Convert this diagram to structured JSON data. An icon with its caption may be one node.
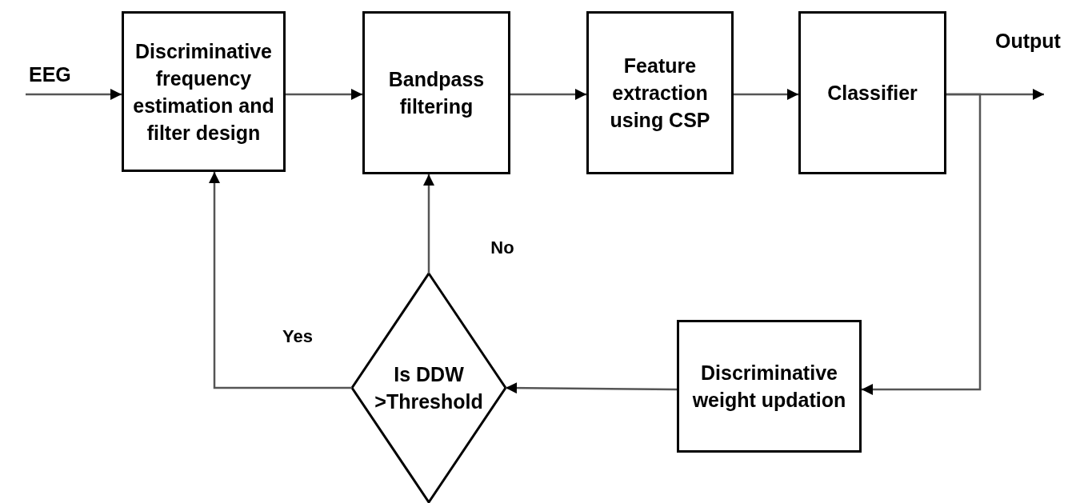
{
  "diagram": {
    "nodes": [
      {
        "text": [
          "EEG"
        ]
      },
      {
        "text": [
          "Discriminative frequency estimation and filter design"
        ]
      },
      {
        "text": [
          "Bandpass filtering"
        ]
      },
      {
        "text": [
          "Feature extraction using CSP"
        ]
      },
      {
        "text": [
          "Classifier"
        ]
      },
      {
        "text": [
          "Output"
        ]
      },
      {
        "text": [
          "Is DDW >Threshold"
        ]
      },
      {
        "text": [
          "Discriminative weight updation"
        ]
      }
    ],
    "edges": [
      {
        "from": 0,
        "to": 1,
        "arrow": "to"
      },
      {
        "from": 1,
        "to": 2,
        "arrow": "to"
      },
      {
        "from": 2,
        "to": 3,
        "arrow": "to"
      },
      {
        "from": 3,
        "to": 4,
        "arrow": "to"
      },
      {
        "from": 4,
        "to": 5,
        "arrow": "to"
      },
      {
        "from": 4,
        "to": 7,
        "arrow": "to"
      },
      {
        "from": 7,
        "to": 6,
        "arrow": "to"
      },
      {
        "from": 6,
        "to": 1,
        "arrow": "to",
        "label": "Yes"
      },
      {
        "from": 6,
        "to": 2,
        "arrow": "to",
        "label": "No"
      }
    ]
  }
}
